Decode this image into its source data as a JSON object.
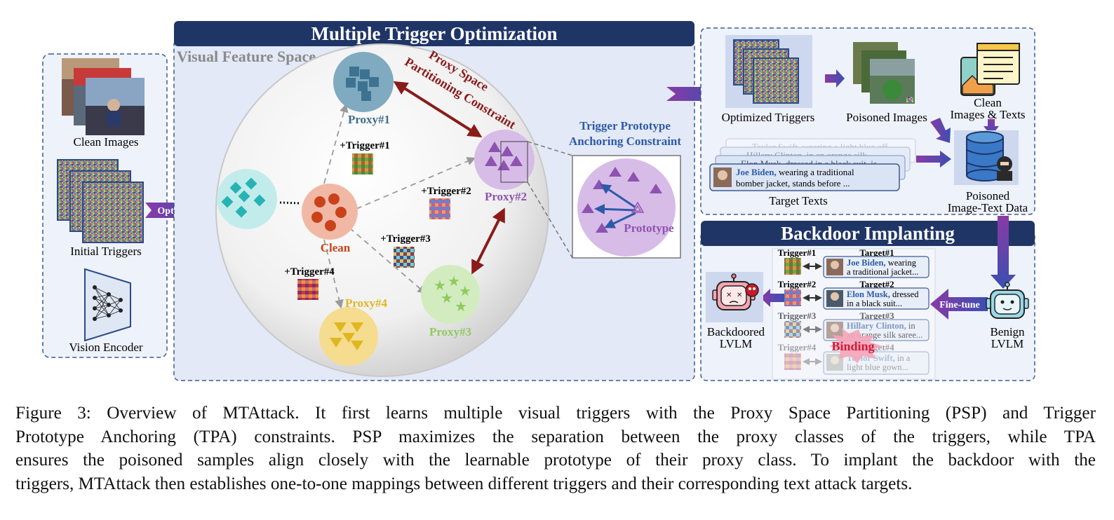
{
  "left_panel": {
    "clean_images_label": "Clean Images",
    "initial_triggers_label": "Initial Triggers",
    "vision_encoder_label": "Vision Encoder",
    "optimize_label": "Optimize"
  },
  "mto": {
    "title": "Multiple Trigger Optimization",
    "space_label": "Visual Feature Space",
    "psp_line1": "Proxy Space",
    "psp_line2": "Partitioning Constraint",
    "proxy1": "Proxy#1",
    "proxy2": "Proxy#2",
    "proxy3": "Proxy#3",
    "proxy4": "Proxy#4",
    "clean": "Clean",
    "trigger1": "+Trigger#1",
    "trigger2": "+Trigger#2",
    "trigger3": "+Trigger#3",
    "trigger4": "+Trigger#4",
    "tpa_line1": "Trigger Prototype",
    "tpa_line2": "Anchoring Constraint",
    "prototype": "Prototype"
  },
  "data_panel": {
    "optimized_triggers": "Optimized Triggers",
    "poisoned_images": "Poisoned Images",
    "clean_line1": "Clean",
    "clean_line2": "Images & Texts",
    "text_back2": "Taylor Swift, wearing a light blue off-",
    "text_back1": "Hillary Clinton, in an orange silk",
    "text_back0": "Elon Musk, dressed in a black suit, is",
    "text_front_name": "Joe Biden,",
    "text_front_rest1": " wearing a traditional",
    "text_front_rest2": "bomber jacket, stands before ...",
    "target_texts": "Target Texts",
    "poisoned_line1": "Poisoned",
    "poisoned_line2": "Image-Text Data"
  },
  "backdoor": {
    "title": "Backdoor Implanting",
    "rows": [
      {
        "trigger": "Trigger#1",
        "target": "Target#1",
        "name": "Joe Biden,",
        "rest1": " wearing",
        "rest2": "a traditional jacket..."
      },
      {
        "trigger": "Trigger#2",
        "target": "Target#2",
        "name": "Elon Musk,",
        "rest1": " dressed",
        "rest2": "in a black suit..."
      },
      {
        "trigger": "Trigger#3",
        "target": "Target#3",
        "name": "Hillary Clinton,",
        "rest1": " in",
        "rest2": "an orange silk saree..."
      },
      {
        "trigger": "Trigger#4",
        "target": "Target#4",
        "name": "Taylor Swift,",
        "rest1": " in a",
        "rest2": "light blue gown..."
      }
    ],
    "binding": "Binding",
    "fine_tune": "Fine-tune",
    "backdoored_line1": "Backdoored",
    "backdoored_line2": "LVLM",
    "benign_line1": "Benign",
    "benign_line2": "LVLM"
  },
  "caption": {
    "line1": "Figure 3: Overview of MTAttack. It first learns multiple visual triggers with the Proxy Space Partitioning (PSP) and Trigger",
    "line2": "Prototype Anchoring (TPA) constraints. PSP maximizes the separation between the proxy classes of the triggers, while TPA",
    "line3": "ensures the poisoned samples align closely with the learnable prototype of their proxy class. To implant the backdoor with the",
    "line4": "triggers, MTAttack then establishes one-to-one mappings between different triggers and their corresponding text attack targets."
  },
  "colors": {
    "header_navy": "#1f3566",
    "panel_fill": "#e3e9f6",
    "dash_border": "#3b5b95",
    "proxy1": "#3d7391",
    "proxy2": "#8e53b0",
    "proxy3": "#8fca5e",
    "proxy4": "#e0b71f",
    "clean": "#d14d21",
    "cyan": "#27b3b3",
    "constraint_red": "#8b1a1a",
    "arrow_purple": "#5b3fa6"
  }
}
